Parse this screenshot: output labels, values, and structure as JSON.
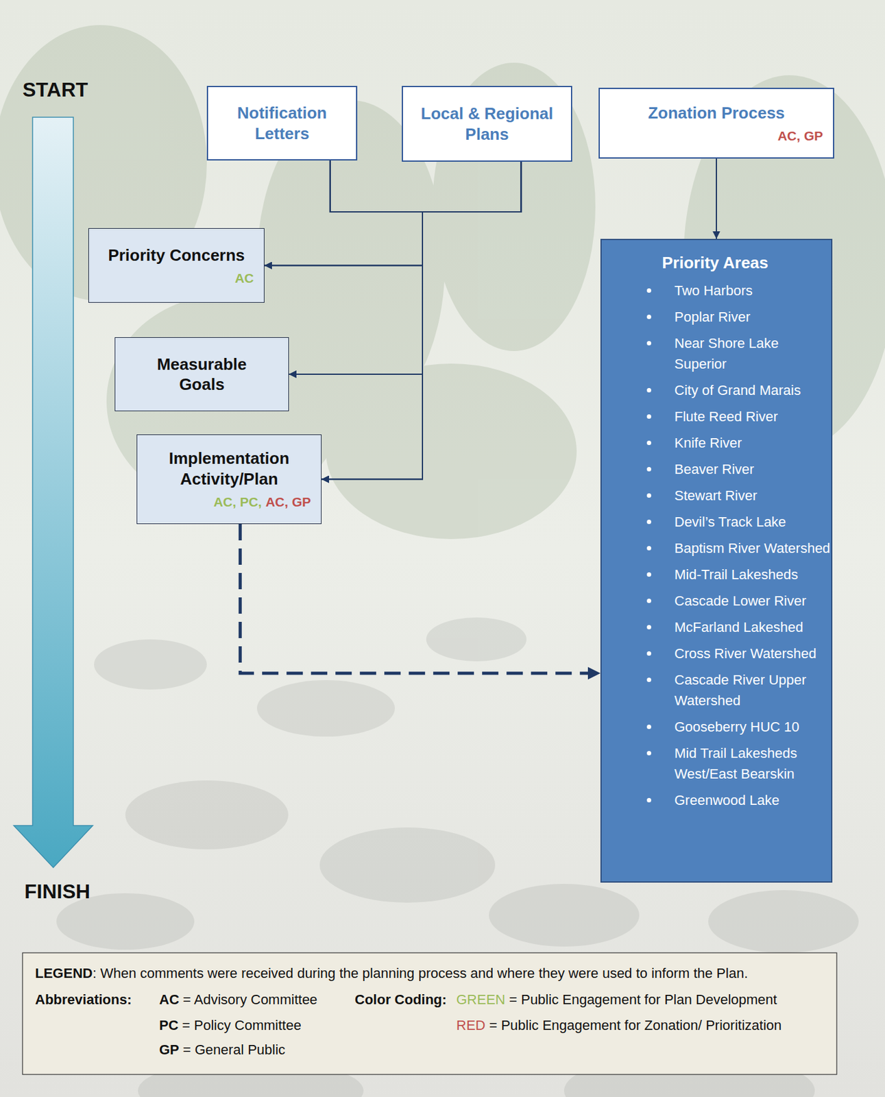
{
  "diagram": {
    "nodes": [
      {
        "text": [
          "Notification Letters"
        ]
      },
      {
        "text": [
          "Local & Regional Plans"
        ]
      },
      {
        "text": [
          "Zonation Process",
          "AC, GP"
        ]
      },
      {
        "text": [
          "Priority Concerns",
          "AC"
        ]
      },
      {
        "text": [
          "Measurable Goals"
        ]
      },
      {
        "text": [
          "Implementation Activity/Plan",
          "AC, PC,",
          "AC, GP"
        ]
      },
      {
        "text": [
          "Priority Areas",
          "Two Harbors",
          "Poplar River",
          "Near Shore Lake Superior",
          "City of Grand Marais",
          "Flute Reed River",
          "Knife River",
          "Beaver River",
          "Stewart River",
          "Devil’s Track Lake",
          "Baptism River Watershed",
          "Mid-Trail Lakesheds",
          "Cascade Lower River",
          "McFarland Lakeshed",
          "Cross River Watershed",
          "Cascade River Upper Watershed",
          "Gooseberry HUC 10",
          "Mid Trail Lakesheds West/East Bearskin",
          "Greenwood Lake"
        ]
      }
    ],
    "edges": [
      {
        "from": 0,
        "to": 3,
        "arrow": "to"
      },
      {
        "from": 0,
        "to": 4,
        "arrow": "to"
      },
      {
        "from": 0,
        "to": 5,
        "arrow": "to"
      },
      {
        "from": 1,
        "to": 3,
        "arrow": "to"
      },
      {
        "from": 1,
        "to": 4,
        "arrow": "to"
      },
      {
        "from": 1,
        "to": 5,
        "arrow": "to"
      },
      {
        "from": 2,
        "to": 6,
        "arrow": "to"
      },
      {
        "from": 5,
        "to": 6,
        "arrow": "to"
      }
    ],
    "labels": [
      "START",
      "FINISH",
      "LEGEND",
      ": When comments were received during the planning process and where they were used to inform the Plan.",
      "Abbreviations:",
      "AC",
      "= Advisory Committee",
      "PC",
      "= Policy Committee",
      "GP",
      "= General Public",
      "Color Coding:",
      "GREEN",
      "RED"
    ],
    "legend": [
      {
        "text": "= Public Engagement for Plan Development",
        "color": "#9bbb59"
      },
      {
        "text": "= Public Engagement for Zonation/ Prioritization",
        "color": "#c0504d"
      }
    ]
  }
}
